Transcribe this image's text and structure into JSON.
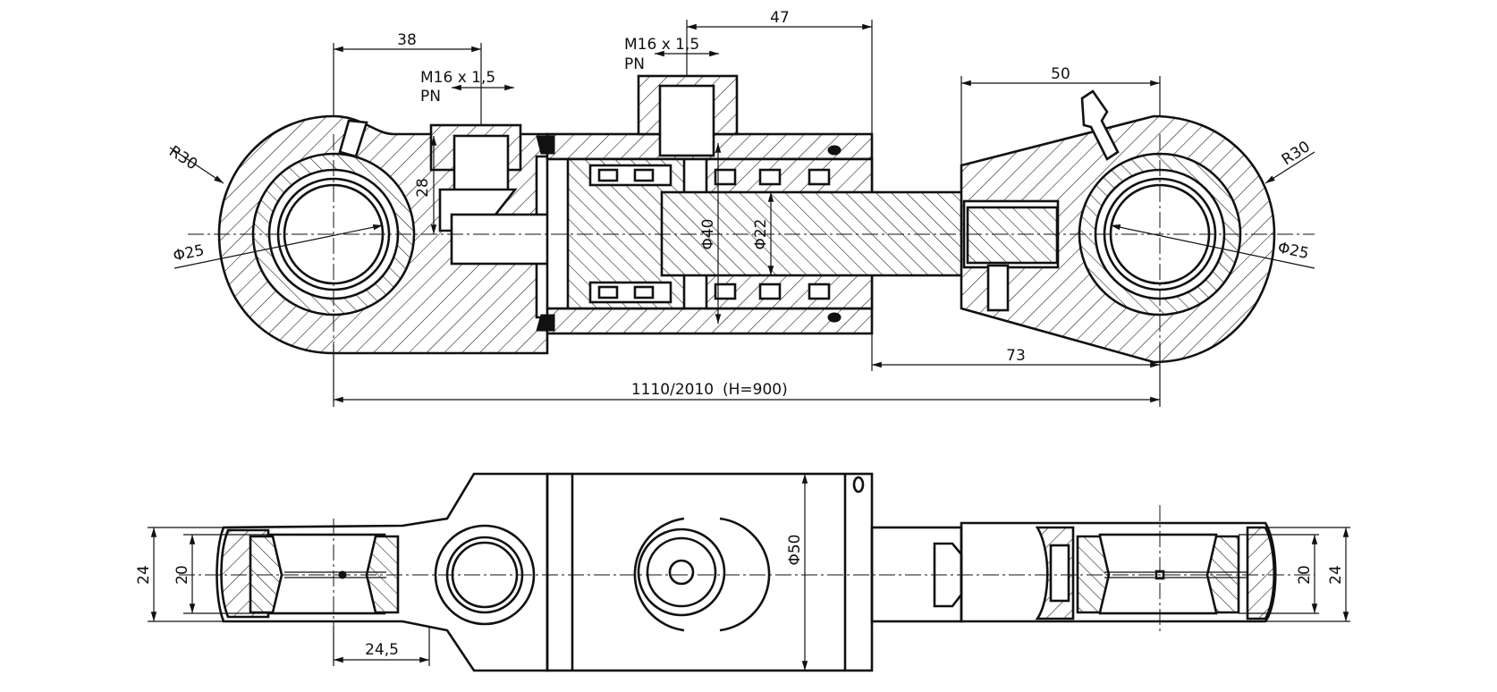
{
  "drawing": {
    "top_view": {
      "dim_eye_offset": "38",
      "port_left": {
        "thread": "M16 x 1,5",
        "code": "PN"
      },
      "port_right": {
        "thread": "M16 x 1,5",
        "code": "PN"
      },
      "dim_head_length": "47",
      "dim_rod_clevis": "50",
      "radius_left": "R30",
      "radius_right": "R30",
      "bore_left": "Φ25",
      "bore_right": "Φ25",
      "port_height": "28",
      "piston_diameter": "Φ40",
      "rod_diameter": "Φ22",
      "dim_stroke_end": "73",
      "overall_length": "1110/2010",
      "stroke": "(H=900)"
    },
    "bottom_view": {
      "width_left_outer": "24",
      "width_left_inner": "20",
      "width_right_outer": "24",
      "width_right_inner": "20",
      "eye_offset": "24,5",
      "barrel_diameter": "Φ50"
    }
  }
}
